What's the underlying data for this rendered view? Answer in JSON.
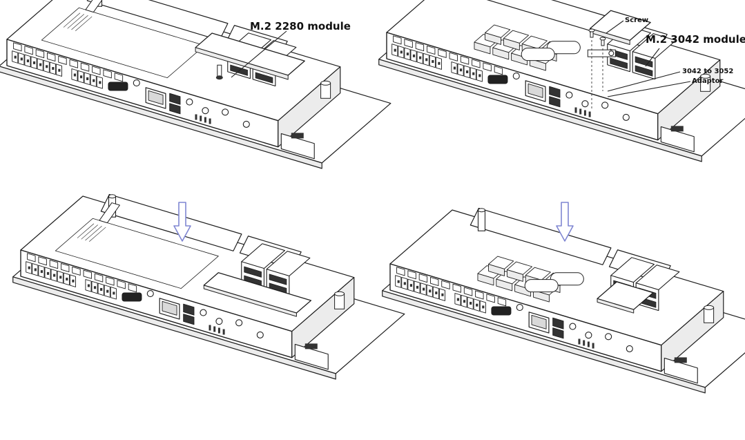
{
  "labels": {
    "m2_2280": "M.2 2280 module",
    "screw": "Screw",
    "m2_3042": "M.2 3042 module",
    "adaptor_line1": "3042 to 3052",
    "adaptor_line2": "Adaptor"
  },
  "colors": {
    "line": "#1f1f1f",
    "fill": "#ffffff",
    "shade": "#ececec",
    "arrow": "#7f86d2"
  }
}
